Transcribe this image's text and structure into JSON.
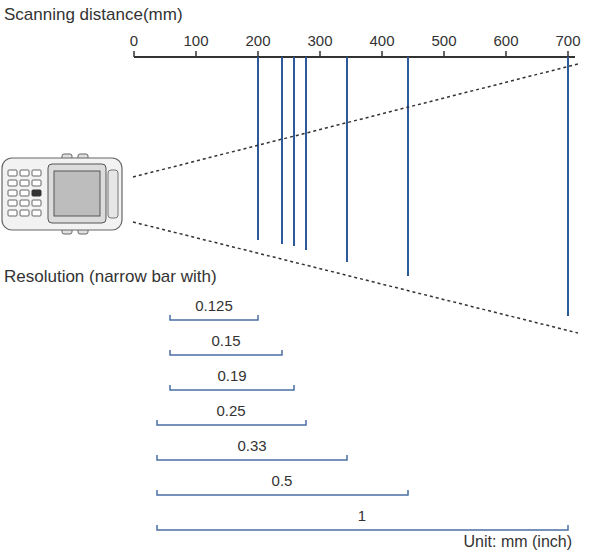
{
  "diagram": {
    "title": "Scanning distance(mm)",
    "labels": [
      "0",
      "100",
      "200",
      "300",
      "400",
      "500",
      "600",
      "700",
      "Resolution (narrow bar with)",
      "0.125",
      "0.15",
      "0.19",
      "0.25",
      "0.33",
      "0.5",
      "1",
      "Unit: mm (inch)"
    ]
  }
}
